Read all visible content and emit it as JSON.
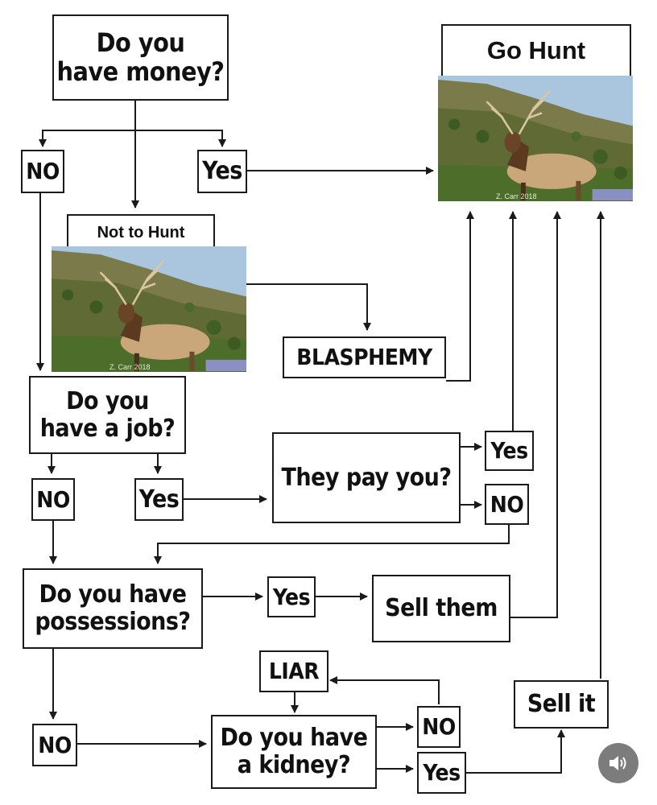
{
  "nodes": {
    "q_money": [
      "Do you",
      "have money?"
    ],
    "no_money": "NO",
    "yes_money": "Yes",
    "go_hunt": "Go Hunt",
    "not_to_hunt": "Not to Hunt",
    "blasphemy": "BLASPHEMY",
    "q_job": [
      "Do you",
      "have a job?"
    ],
    "no_job": "NO",
    "yes_job": "Yes",
    "they_pay": "They pay you?",
    "yes_pay": "Yes",
    "no_pay": "NO",
    "q_possessions": [
      "Do you have",
      "possessions?"
    ],
    "yes_possessions": "Yes",
    "sell_them": "Sell them",
    "liar": "LIAR",
    "no_possessions": "NO",
    "q_kidney": [
      "Do you have",
      "a kidney?"
    ],
    "no_kidney": "NO",
    "yes_kidney": "Yes",
    "sell_it": "Sell it"
  },
  "photo_watermark": "Z. Carr 2018",
  "icons": {
    "sound": "speaker-icon",
    "photo": "elk-photo"
  },
  "colors": {
    "line": "#1a1a1a",
    "box_border": "#1a1a1a",
    "text": "#111111",
    "sound_button": "#6e6e6e"
  }
}
